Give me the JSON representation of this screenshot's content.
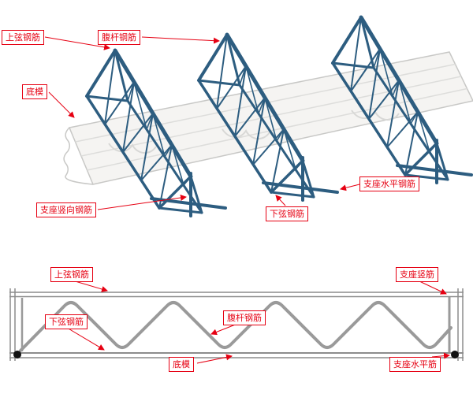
{
  "colors": {
    "annotation_red": "#e60012",
    "truss_blue": "#2d5d80",
    "drawing_gray": "#9a9a9a",
    "rail_gray": "#8c8c8c",
    "deck_fill": "#f5f4f2",
    "deck_edge": "#c8c8c6",
    "dot_black": "#111111"
  },
  "isometric_view": {
    "labels": [
      {
        "id": "upper-chord",
        "text": "上弦钢筋"
      },
      {
        "id": "web-bar",
        "text": "腹杆钢筋"
      },
      {
        "id": "bottom-deck",
        "text": "底模"
      },
      {
        "id": "support-vertical",
        "text": "支座竖向钢筋"
      },
      {
        "id": "lower-chord",
        "text": "下弦钢筋"
      },
      {
        "id": "support-horizontal",
        "text": "支座水平钢筋"
      }
    ]
  },
  "section_view": {
    "labels": [
      {
        "id": "upper-chord",
        "text": "上弦钢筋"
      },
      {
        "id": "support-vertical",
        "text": "支座竖筋"
      },
      {
        "id": "lower-chord",
        "text": "下弦钢筋"
      },
      {
        "id": "web-bar",
        "text": "腹杆钢筋"
      },
      {
        "id": "bottom-deck",
        "text": "底模"
      },
      {
        "id": "support-horizontal",
        "text": "支座水平筋"
      }
    ]
  }
}
